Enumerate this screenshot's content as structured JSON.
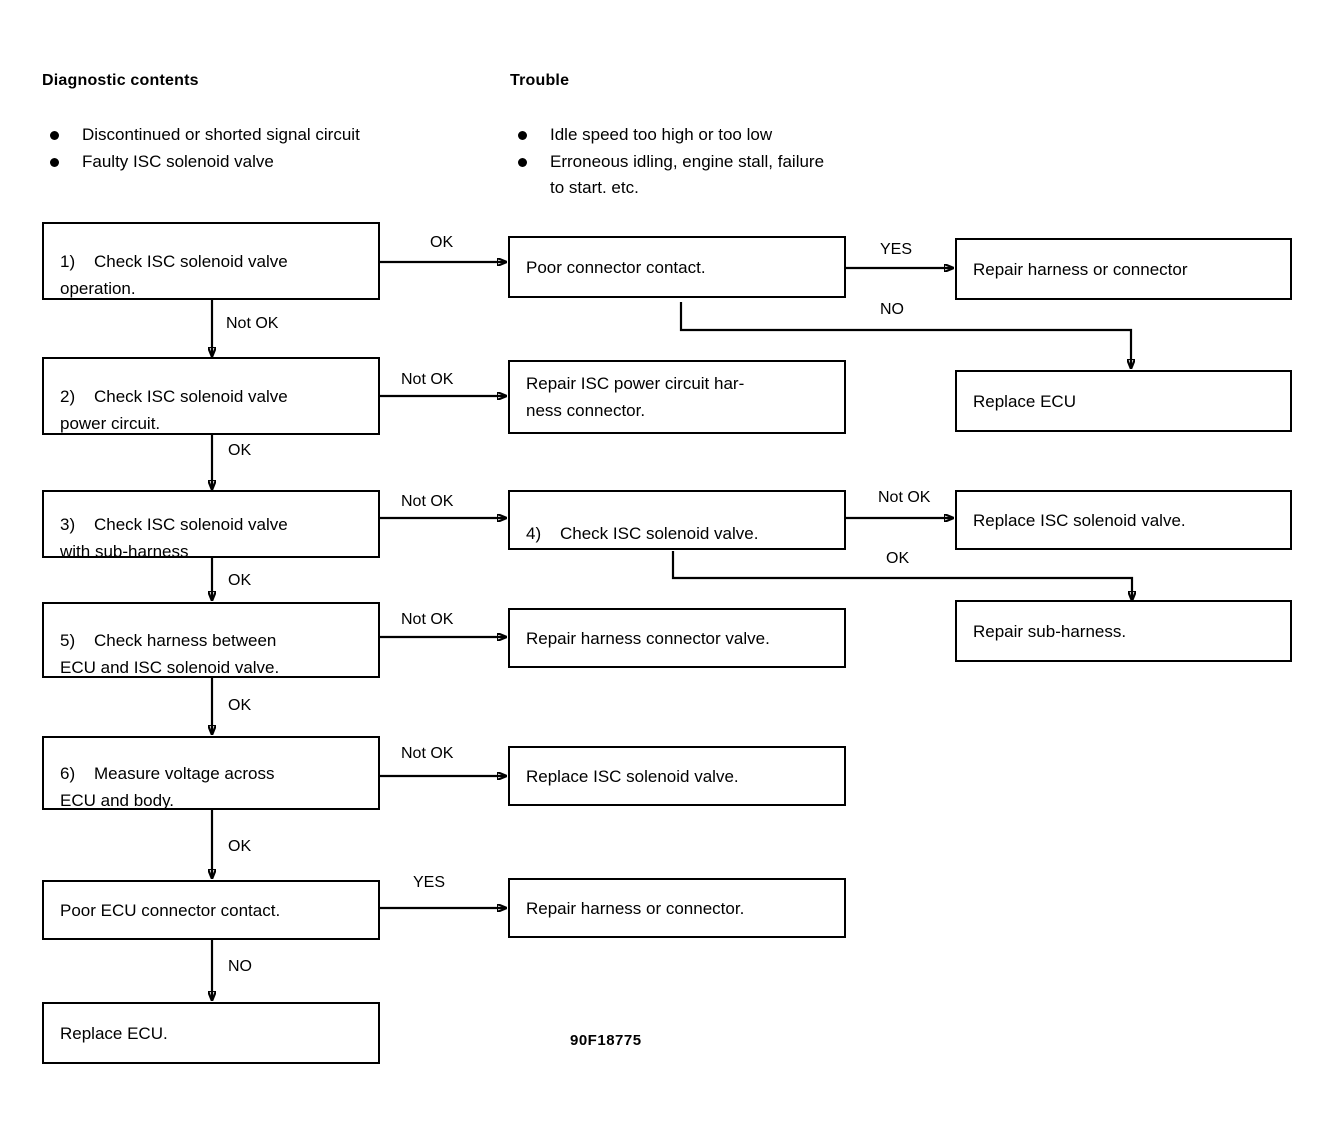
{
  "headers": {
    "diagnostic": "Diagnostic contents",
    "trouble": "Trouble"
  },
  "diagnostic_contents": [
    "Discontinued or shorted signal circuit",
    "Faulty ISC solenoid valve"
  ],
  "trouble_items": [
    "Idle speed too high or too low",
    "Erroneous idling, engine stall, failure to start. etc."
  ],
  "boxes": {
    "step1": {
      "num": "1)",
      "text": "Check  ISC  solenoid  valve\noperation."
    },
    "step2": {
      "num": "2)",
      "text": "Check  ISC  solenoid  valve\npower circuit."
    },
    "step3": {
      "num": "3)",
      "text": "Check ISC solenoid valve\nwith sub-harness"
    },
    "step4": {
      "num": "4)",
      "text": "Check ISC solenoid valve."
    },
    "step5": {
      "num": "5)",
      "text": "Check harness between\nECU and ISC solenoid valve."
    },
    "step6": {
      "num": "6)",
      "text": "Measure voltage across\nECU and body."
    },
    "poor_connector_contact": {
      "num": "",
      "text": "Poor connector contact."
    },
    "repair_harness_or_connector_1": {
      "num": "",
      "text": "Repair harness or connector"
    },
    "replace_ecu_1": {
      "num": "",
      "text": "Replace ECU"
    },
    "repair_isc_power_circuit": {
      "num": "",
      "text": "Repair  ISC  power  circuit  har-\nness connector."
    },
    "replace_isc_solenoid_valve_1": {
      "num": "",
      "text": "Replace ISC solenoid valve."
    },
    "repair_sub_harness": {
      "num": "",
      "text": "Repair sub-harness."
    },
    "repair_harness_connector_valve": {
      "num": "",
      "text": "Repair harness connector valve."
    },
    "replace_isc_solenoid_valve_2": {
      "num": "",
      "text": "Replace ISC solenoid valve."
    },
    "poor_ecu_connector_contact": {
      "num": "",
      "text": "Poor ECU connector contact."
    },
    "repair_harness_or_connector_2": {
      "num": "",
      "text": "Repair harness or connector."
    },
    "replace_ecu_2": {
      "num": "",
      "text": "Replace ECU."
    }
  },
  "edge_labels": {
    "e1_ok": "OK",
    "e1_notok": "Not OK",
    "e1_yes": "YES",
    "e1_no": "NO",
    "e2_notok": "Not OK",
    "e2_ok": "OK",
    "e3_notok": "Not OK",
    "e3_ok": "OK",
    "e4_notok": "Not OK",
    "e4_ok": "OK",
    "e5_notok": "Not OK",
    "e5_ok": "OK",
    "e6_notok": "Not OK",
    "e6_ok": "OK",
    "e7_yes": "YES",
    "e7_no": "NO"
  },
  "figure_code": "90F18775",
  "colors": {
    "ink": "#000000",
    "paper": "#ffffff"
  }
}
